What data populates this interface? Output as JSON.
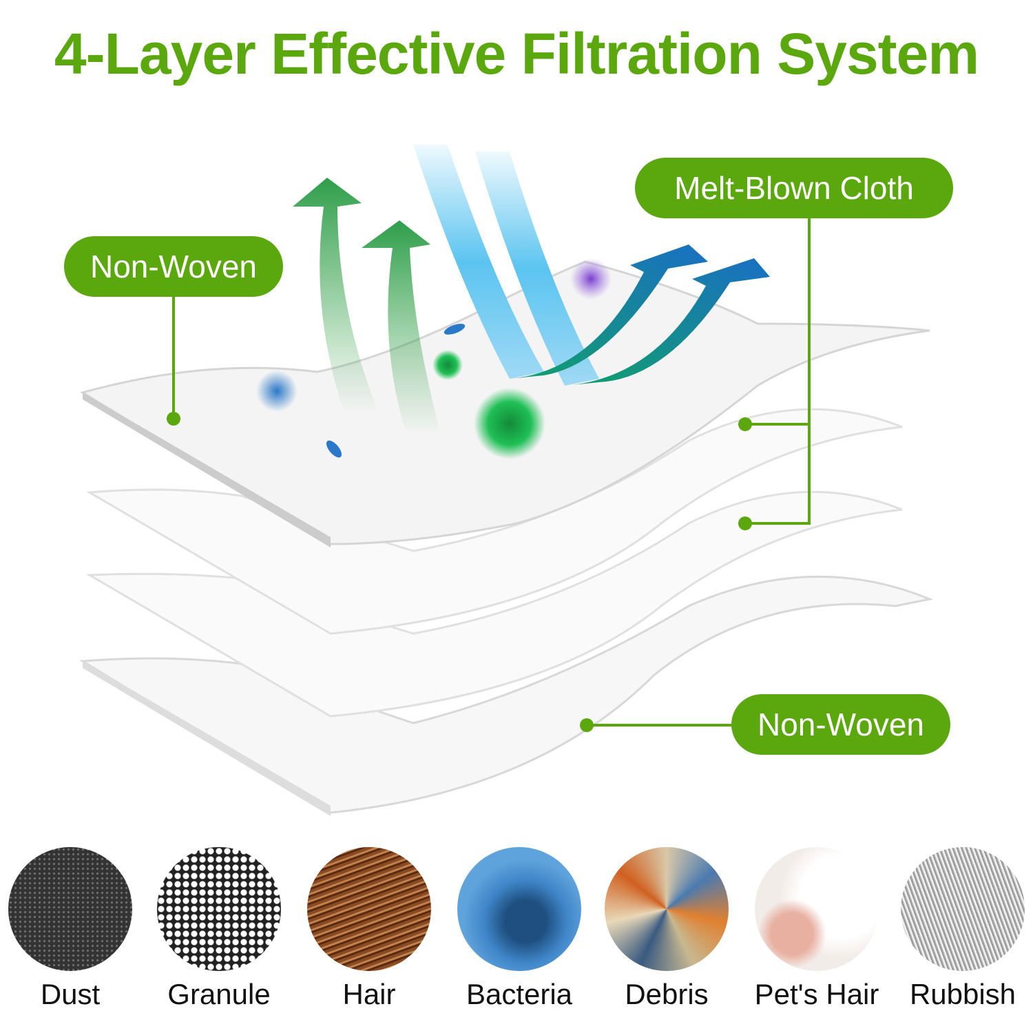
{
  "title": "4-Layer Effective Filtration System",
  "labels": {
    "top_left": "Non-Woven",
    "top_right": "Melt-Blown Cloth",
    "bottom_right": "Non-Woven"
  },
  "categories": [
    {
      "label": "Dust",
      "icon": "dust-image"
    },
    {
      "label": "Granule",
      "icon": "granule-image"
    },
    {
      "label": "Hair",
      "icon": "hair-image"
    },
    {
      "label": "Bacteria",
      "icon": "bacteria-image"
    },
    {
      "label": "Debris",
      "icon": "debris-image"
    },
    {
      "label": "Pet's Hair",
      "icon": "pets-hair-image"
    },
    {
      "label": "Rubbish",
      "icon": "rubbish-image"
    }
  ],
  "colors": {
    "accent": "#5aa80e",
    "text": "#111111"
  }
}
